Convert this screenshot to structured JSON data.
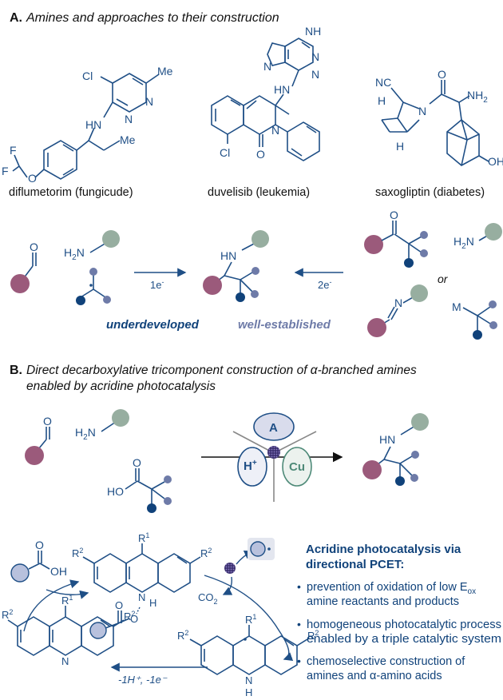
{
  "sectionA": {
    "letter": "A.",
    "title": "Amines and approaches to their construction",
    "molecules": [
      {
        "caption": "diflumetorim (fungicude)"
      },
      {
        "caption": "duvelisib (leukemia)"
      },
      {
        "caption": "saxogliptin (diabetes)"
      }
    ],
    "atoms": {
      "me": "Me",
      "cl": "Cl",
      "n": "N",
      "hn": "HN",
      "f": "F",
      "o": "O",
      "nh": "NH",
      "nc": "NC",
      "nh2": "NH",
      "two": "2",
      "h": "H",
      "oh": "OH",
      "m": "M",
      "h2n_h": "H",
      "h2n_n": "N"
    },
    "scheme": {
      "one_e": "1e",
      "two_e": "2e",
      "minus": "-",
      "or": "or",
      "underdeveloped": "underdeveloped",
      "well_established": "well-established"
    }
  },
  "sectionB": {
    "letter": "B.",
    "title_line1": "Direct decarboxylative tricomponent construction of α-branched amines",
    "title_line2": "enabled by acridine photocatalysis",
    "cycles": {
      "a": "A",
      "h": "H",
      "plus": "+",
      "cu": "Cu"
    },
    "atoms": {
      "ho": "HO",
      "hn": "HN",
      "oh": "OH",
      "o": "O",
      "co2": "CO",
      "co2_sub": "2",
      "r1": "R",
      "r2": "R",
      "sup1": "1",
      "sup2": "2",
      "n": "N",
      "h": "H"
    },
    "cycle_label": "-1H⁺, -1e⁻",
    "panel": {
      "heading1": "Acridine photocatalysis via",
      "heading2": "directional PCET:",
      "bullets": [
        {
          "line1": "prevention of oxidation of low E",
          "sub": "ox",
          "line2": "amine reactants and products"
        },
        {
          "line1": "homogeneous photocatalytic process",
          "line2": "enabled by a triple catalytic system"
        },
        {
          "line1": "chemoselective construction of",
          "line2": "amines and α-amino acids"
        }
      ]
    }
  },
  "colors": {
    "navy": "#1f4f86",
    "dark_blue": "#10427a",
    "slate": "#6e7ba8",
    "magenta": "#9b5a7b",
    "sage": "#97aea0",
    "blue_bg": "#d9dcec",
    "text": "#111111"
  }
}
